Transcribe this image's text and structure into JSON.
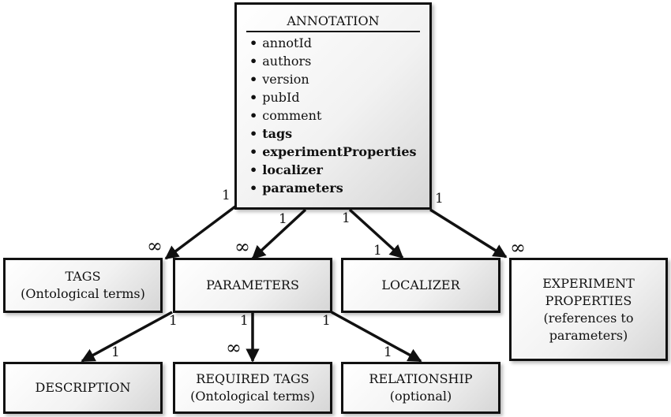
{
  "annotation": {
    "title": "ANNOTATION",
    "fields": [
      {
        "label": "annotId",
        "bold": false
      },
      {
        "label": "authors",
        "bold": false
      },
      {
        "label": "version",
        "bold": false
      },
      {
        "label": "pubId",
        "bold": false
      },
      {
        "label": "comment",
        "bold": false
      },
      {
        "label": "tags",
        "bold": true
      },
      {
        "label": "experimentProperties",
        "bold": true
      },
      {
        "label": "localizer",
        "bold": true
      },
      {
        "label": "parameters",
        "bold": true
      }
    ]
  },
  "entities": {
    "tags": {
      "line1": "TAGS",
      "line2": "(Ontological terms)"
    },
    "parameters": {
      "line1": "PARAMETERS"
    },
    "localizer": {
      "line1": "LOCALIZER"
    },
    "experiment": {
      "line1": "EXPERIMENT",
      "line2": "PROPERTIES",
      "line3": "(references to",
      "line4": "parameters)"
    },
    "description": {
      "line1": "DESCRIPTION"
    },
    "required_tags": {
      "line1": "REQUIRED TAGS",
      "line2": "(Ontological terms)"
    },
    "relationship": {
      "line1": "RELATIONSHIP",
      "line2": "(optional)"
    }
  },
  "multiplicities": {
    "one": "1",
    "many": "∞"
  },
  "colors": {
    "stroke": "#111111",
    "fill_light": "#ffffff",
    "fill_dark": "#d6d6d6"
  }
}
